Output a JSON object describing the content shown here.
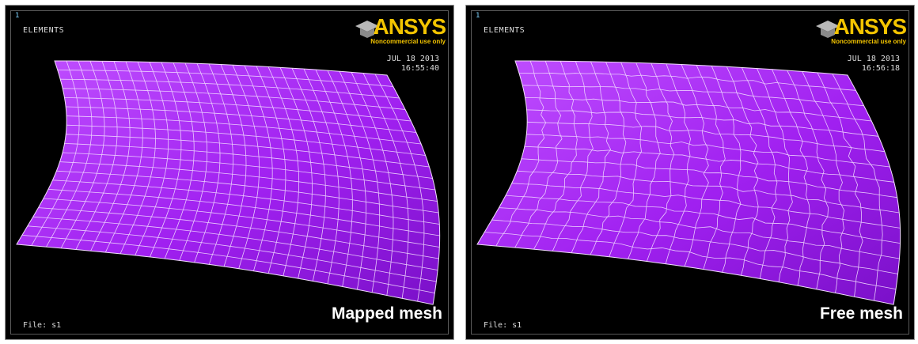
{
  "panels": [
    {
      "window_number": "1",
      "mode": "ELEMENTS",
      "logo": {
        "brand": "ANSYS",
        "subtitle": "Noncommercial use only"
      },
      "date": "JUL 18 2013",
      "time": "16:55:40",
      "file": "File: s1",
      "caption": "Mapped mesh",
      "mesh_type": "mapped"
    },
    {
      "window_number": "1",
      "mode": "ELEMENTS",
      "logo": {
        "brand": "ANSYS",
        "subtitle": "Noncommercial use only"
      },
      "date": "JUL 18 2013",
      "time": "16:56:18",
      "file": "File: s1",
      "caption": "Free mesh",
      "mesh_type": "free"
    }
  ],
  "colors": {
    "surface": "#a020f0",
    "surface_light": "#c050ff",
    "surface_dark": "#7a10c8",
    "mesh_lines": "#f2dcff",
    "background": "#000000",
    "logo": "#f3c400"
  }
}
